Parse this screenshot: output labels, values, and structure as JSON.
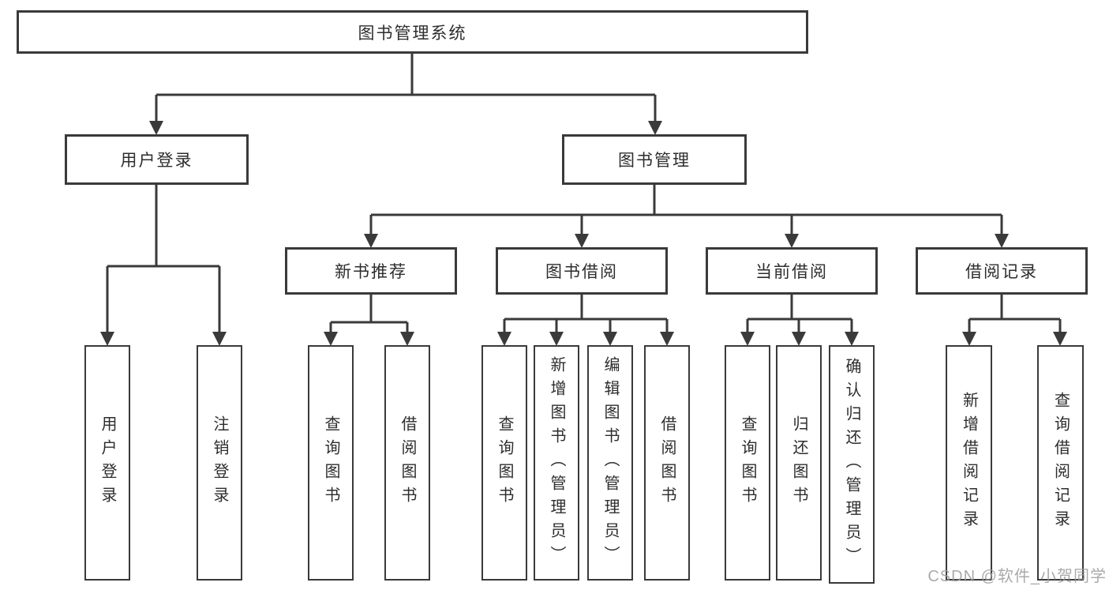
{
  "diagram": {
    "root": {
      "label": "图书管理系统"
    },
    "branches": [
      {
        "label": "用户登录",
        "children": [
          {
            "label": "用户登录"
          },
          {
            "label": "注销登录"
          }
        ]
      },
      {
        "label": "图书管理",
        "children": [
          {
            "label": "新书推荐",
            "children": [
              {
                "label": "查询图书"
              },
              {
                "label": "借阅图书"
              }
            ]
          },
          {
            "label": "图书借阅",
            "children": [
              {
                "label": "查询图书"
              },
              {
                "label": "新增图书（管理员）"
              },
              {
                "label": "编辑图书（管理员）"
              },
              {
                "label": "借阅图书"
              }
            ]
          },
          {
            "label": "当前借阅",
            "children": [
              {
                "label": "查询图书"
              },
              {
                "label": "归还图书"
              },
              {
                "label": "确认归还（管理员）"
              }
            ]
          },
          {
            "label": "借阅记录",
            "children": [
              {
                "label": "新增借阅记录"
              },
              {
                "label": "查询借阅记录"
              }
            ]
          }
        ]
      }
    ]
  },
  "watermark": {
    "text": "CSDN @软件_小贺同学"
  },
  "colors": {
    "line": "#3a3a3a",
    "box_border": "#3a3a3a",
    "text": "#2d2d2d",
    "watermark": "#9c9c9c",
    "background": "#ffffff"
  }
}
